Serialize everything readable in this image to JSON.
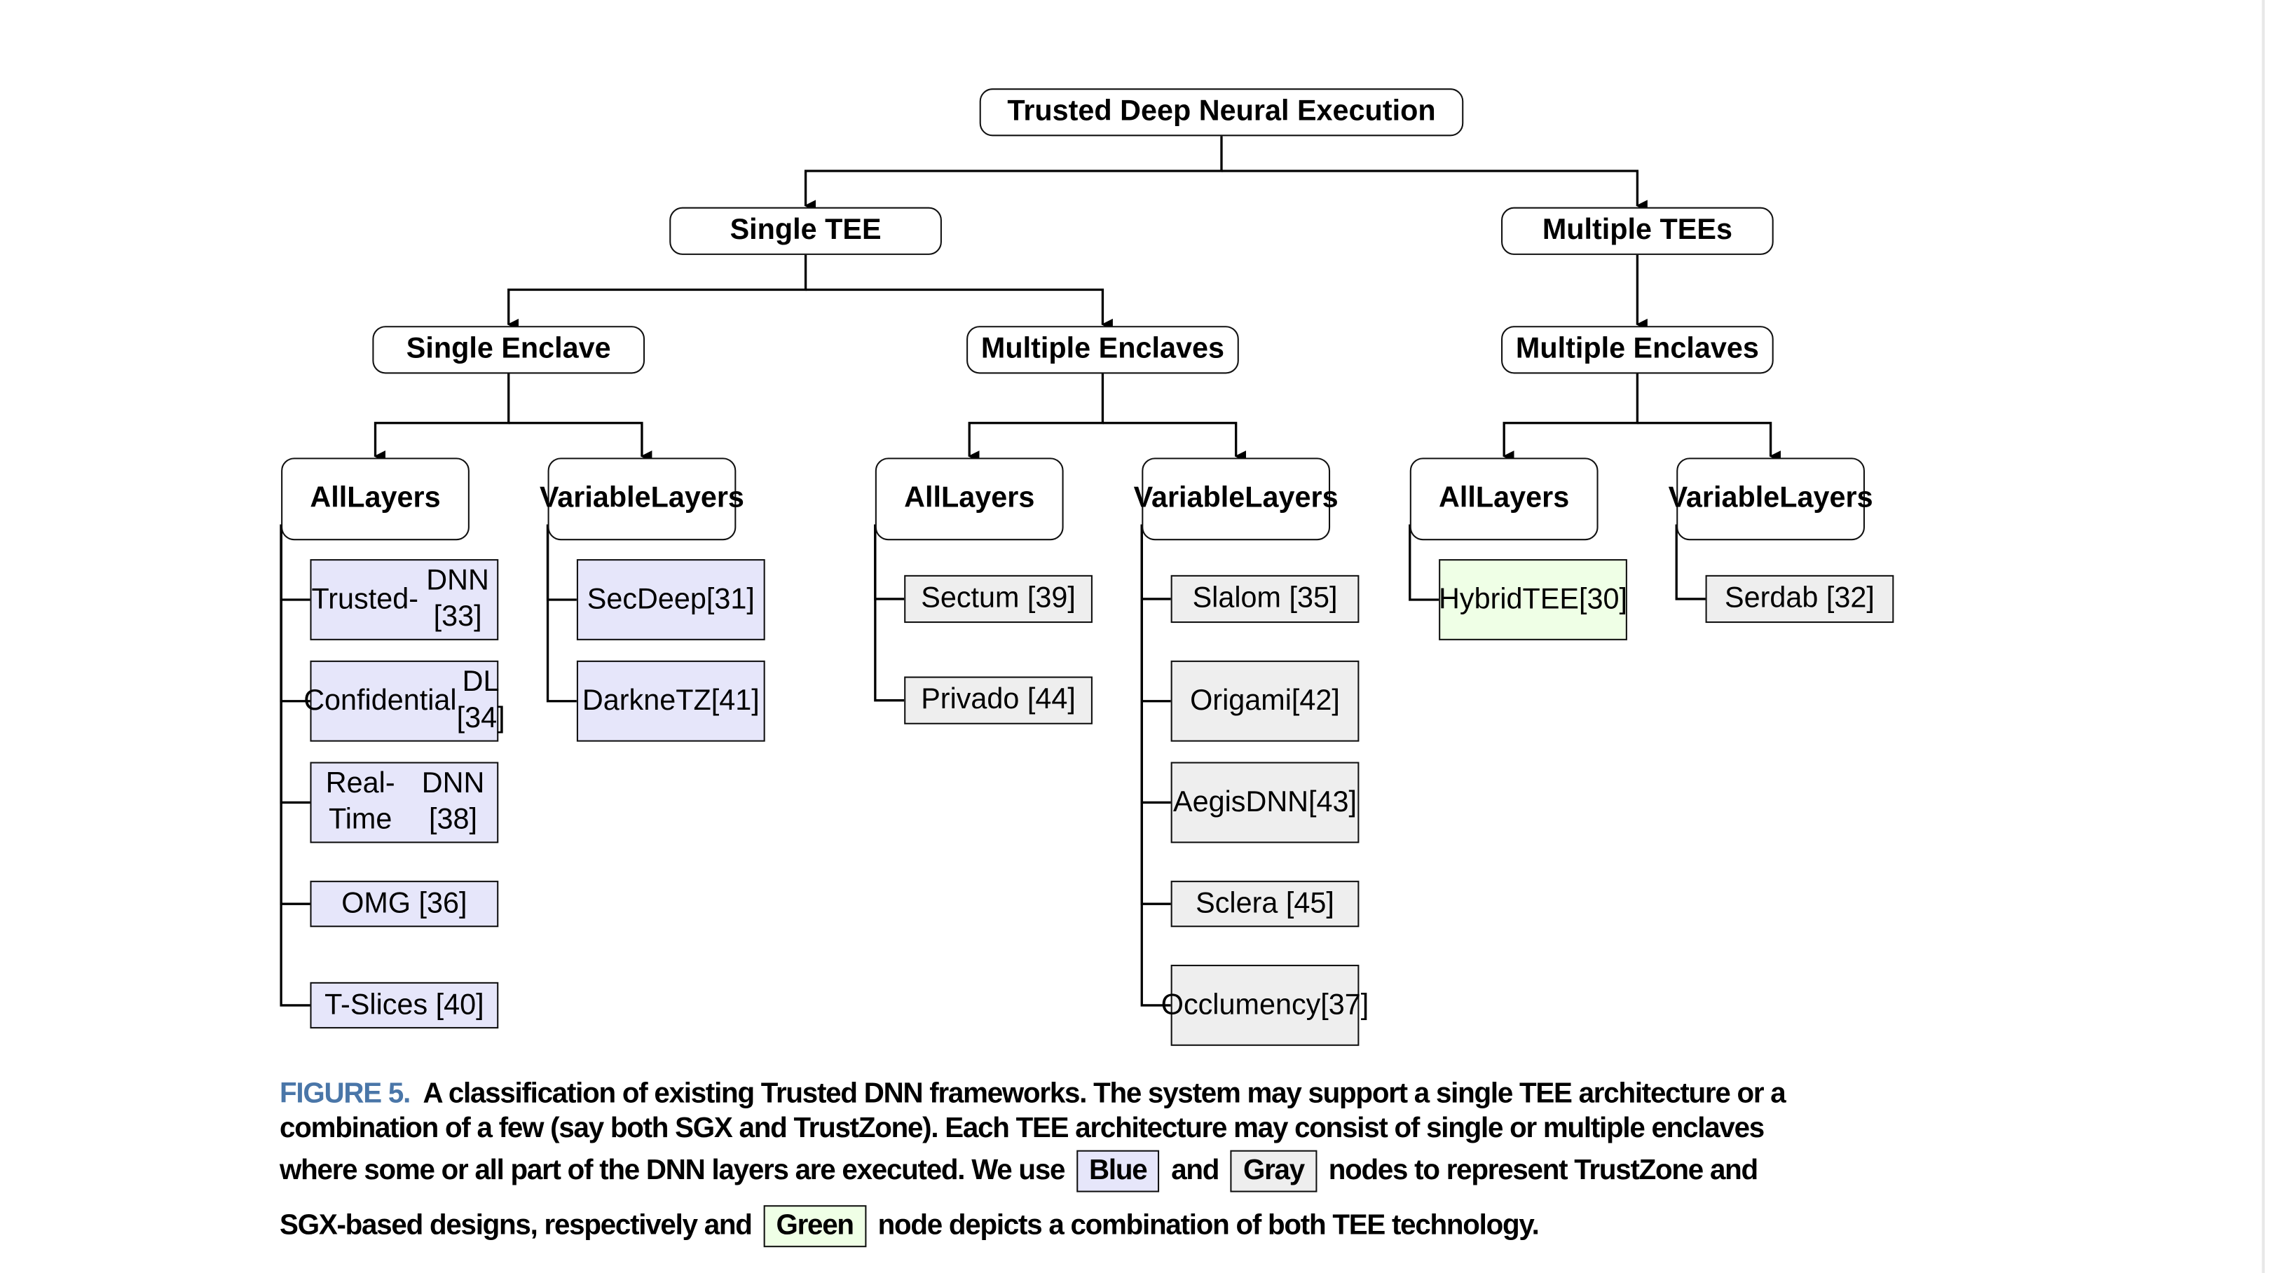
{
  "diagram": {
    "root": "Trusted Deep Neural Execution",
    "single_tee": "Single TEE",
    "multiple_tees": "Multiple TEEs",
    "single_enclave": "Single Enclave",
    "multiple_enclaves_1": "Multiple Enclaves",
    "multiple_enclaves_2": "Multiple Enclaves",
    "layers": [
      {
        "label": [
          "All",
          "Layers"
        ],
        "leaves": [
          {
            "text": [
              "Trusted-",
              "DNN [33]"
            ],
            "color": "blue"
          },
          {
            "text": [
              "Confidential",
              "DL [34]"
            ],
            "color": "blue"
          },
          {
            "text": [
              "Real-Time",
              "DNN [38]"
            ],
            "color": "blue"
          },
          {
            "text": [
              "OMG [36]"
            ],
            "color": "blue"
          },
          {
            "text": [
              "T-Slices [40]"
            ],
            "color": "blue"
          }
        ]
      },
      {
        "label": [
          "Variable",
          "Layers"
        ],
        "leaves": [
          {
            "text": [
              "SecDeep",
              "[31]"
            ],
            "color": "blue"
          },
          {
            "text": [
              "DarkneTZ",
              "[41]"
            ],
            "color": "blue"
          }
        ]
      },
      {
        "label": [
          "All",
          "Layers"
        ],
        "leaves": [
          {
            "text": [
              "Sectum [39]"
            ],
            "color": "gray"
          },
          {
            "text": [
              "Privado [44]"
            ],
            "color": "gray"
          }
        ]
      },
      {
        "label": [
          "Variable",
          "Layers"
        ],
        "leaves": [
          {
            "text": [
              "Slalom [35]"
            ],
            "color": "gray"
          },
          {
            "text": [
              "Origami",
              "[42]"
            ],
            "color": "gray"
          },
          {
            "text": [
              "AegisDNN",
              "[43]"
            ],
            "color": "gray"
          },
          {
            "text": [
              "Sclera [45]"
            ],
            "color": "gray"
          },
          {
            "text": [
              "Occlumency",
              "[37]"
            ],
            "color": "gray"
          }
        ]
      },
      {
        "label": [
          "All",
          "Layers"
        ],
        "leaves": [
          {
            "text": [
              "HybridTEE",
              "[30]"
            ],
            "color": "green"
          }
        ]
      },
      {
        "label": [
          "Variable",
          "Layers"
        ],
        "leaves": [
          {
            "text": [
              "Serdab [32]"
            ],
            "color": "gray"
          }
        ]
      }
    ],
    "colors": {
      "blue": "#e6e6fa",
      "gray": "#eeeeee",
      "green": "#efffe6",
      "figure_label": "#4a76a8"
    }
  },
  "caption": {
    "figure_label": "FIGURE 5.",
    "line1": "A classification of existing Trusted DNN frameworks. The system may support a single TEE architecture or a",
    "line2": "combination of a few (say both SGX and TrustZone). Each TEE architecture may consist of single or multiple enclaves",
    "line3_a": "where some or all part of the DNN layers are executed. We use",
    "blue_label": "Blue",
    "line3_b": "and",
    "gray_label": "Gray",
    "line3_c": "nodes to represent TrustZone and",
    "line4_a": "SGX-based designs, respectively and",
    "green_label": "Green",
    "line4_b": "node depicts a combination of both TEE technology."
  }
}
